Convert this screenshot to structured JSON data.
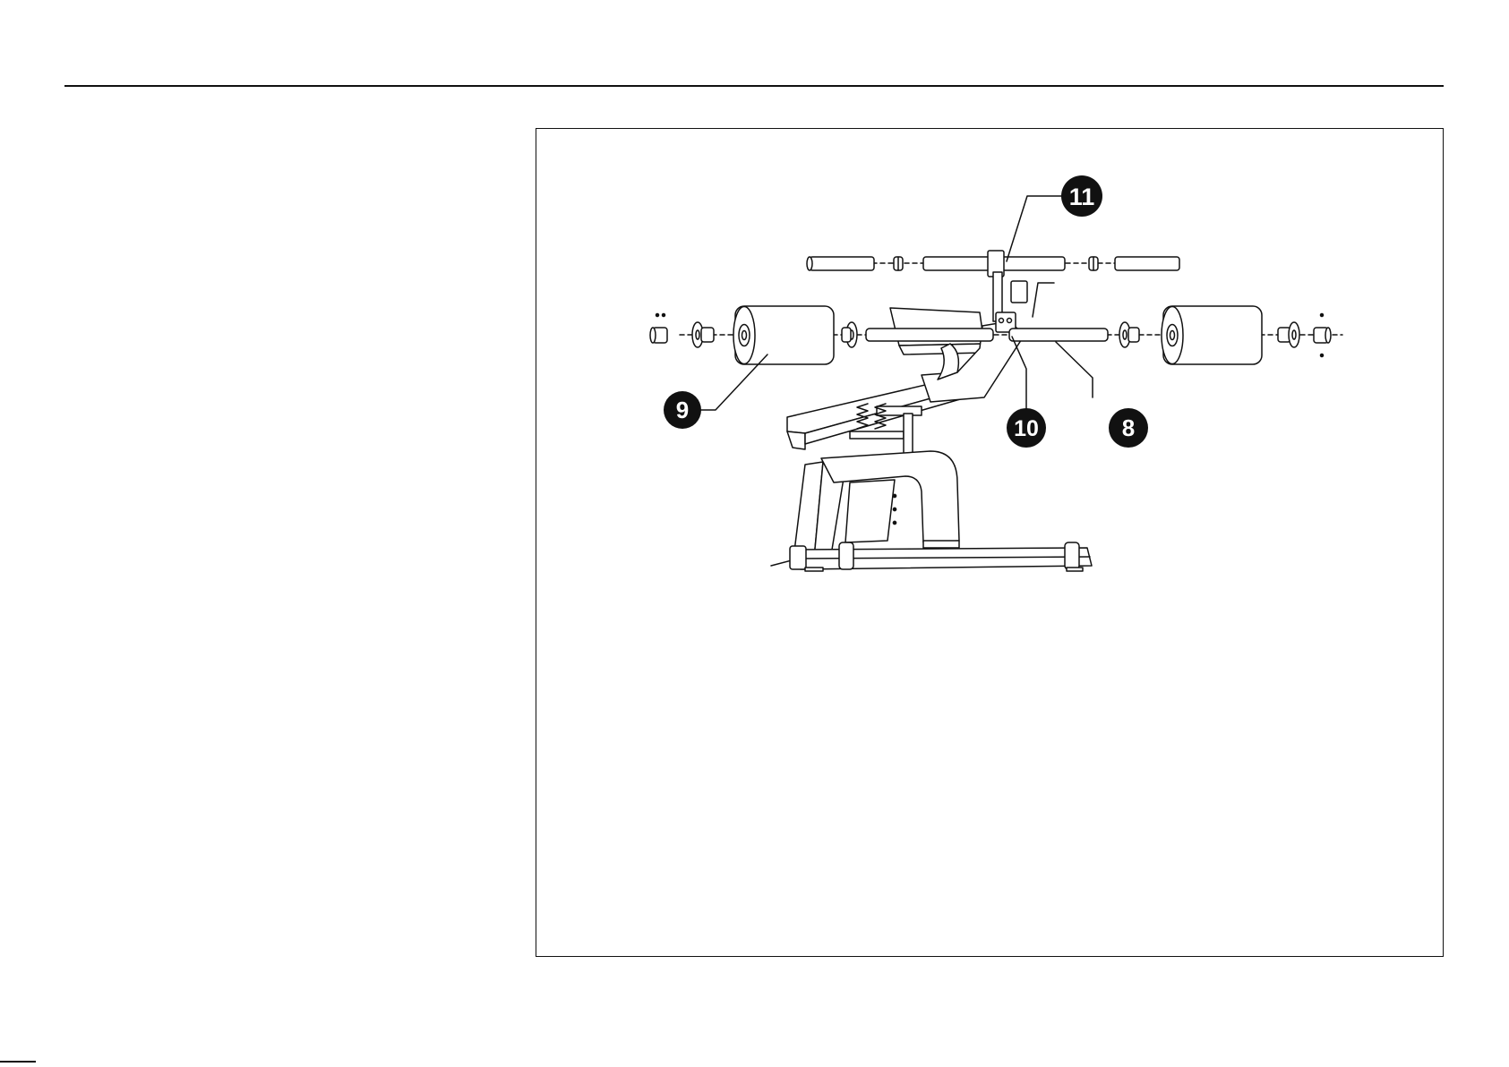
{
  "figure": {
    "callouts": [
      {
        "id": "callout-11",
        "label": "11"
      },
      {
        "id": "callout-9",
        "label": "9"
      },
      {
        "id": "callout-10",
        "label": "10"
      },
      {
        "id": "callout-8",
        "label": "8"
      }
    ]
  },
  "colors": {
    "ink": "#111111",
    "paper": "#ffffff",
    "part_fill": "#ffffff"
  }
}
